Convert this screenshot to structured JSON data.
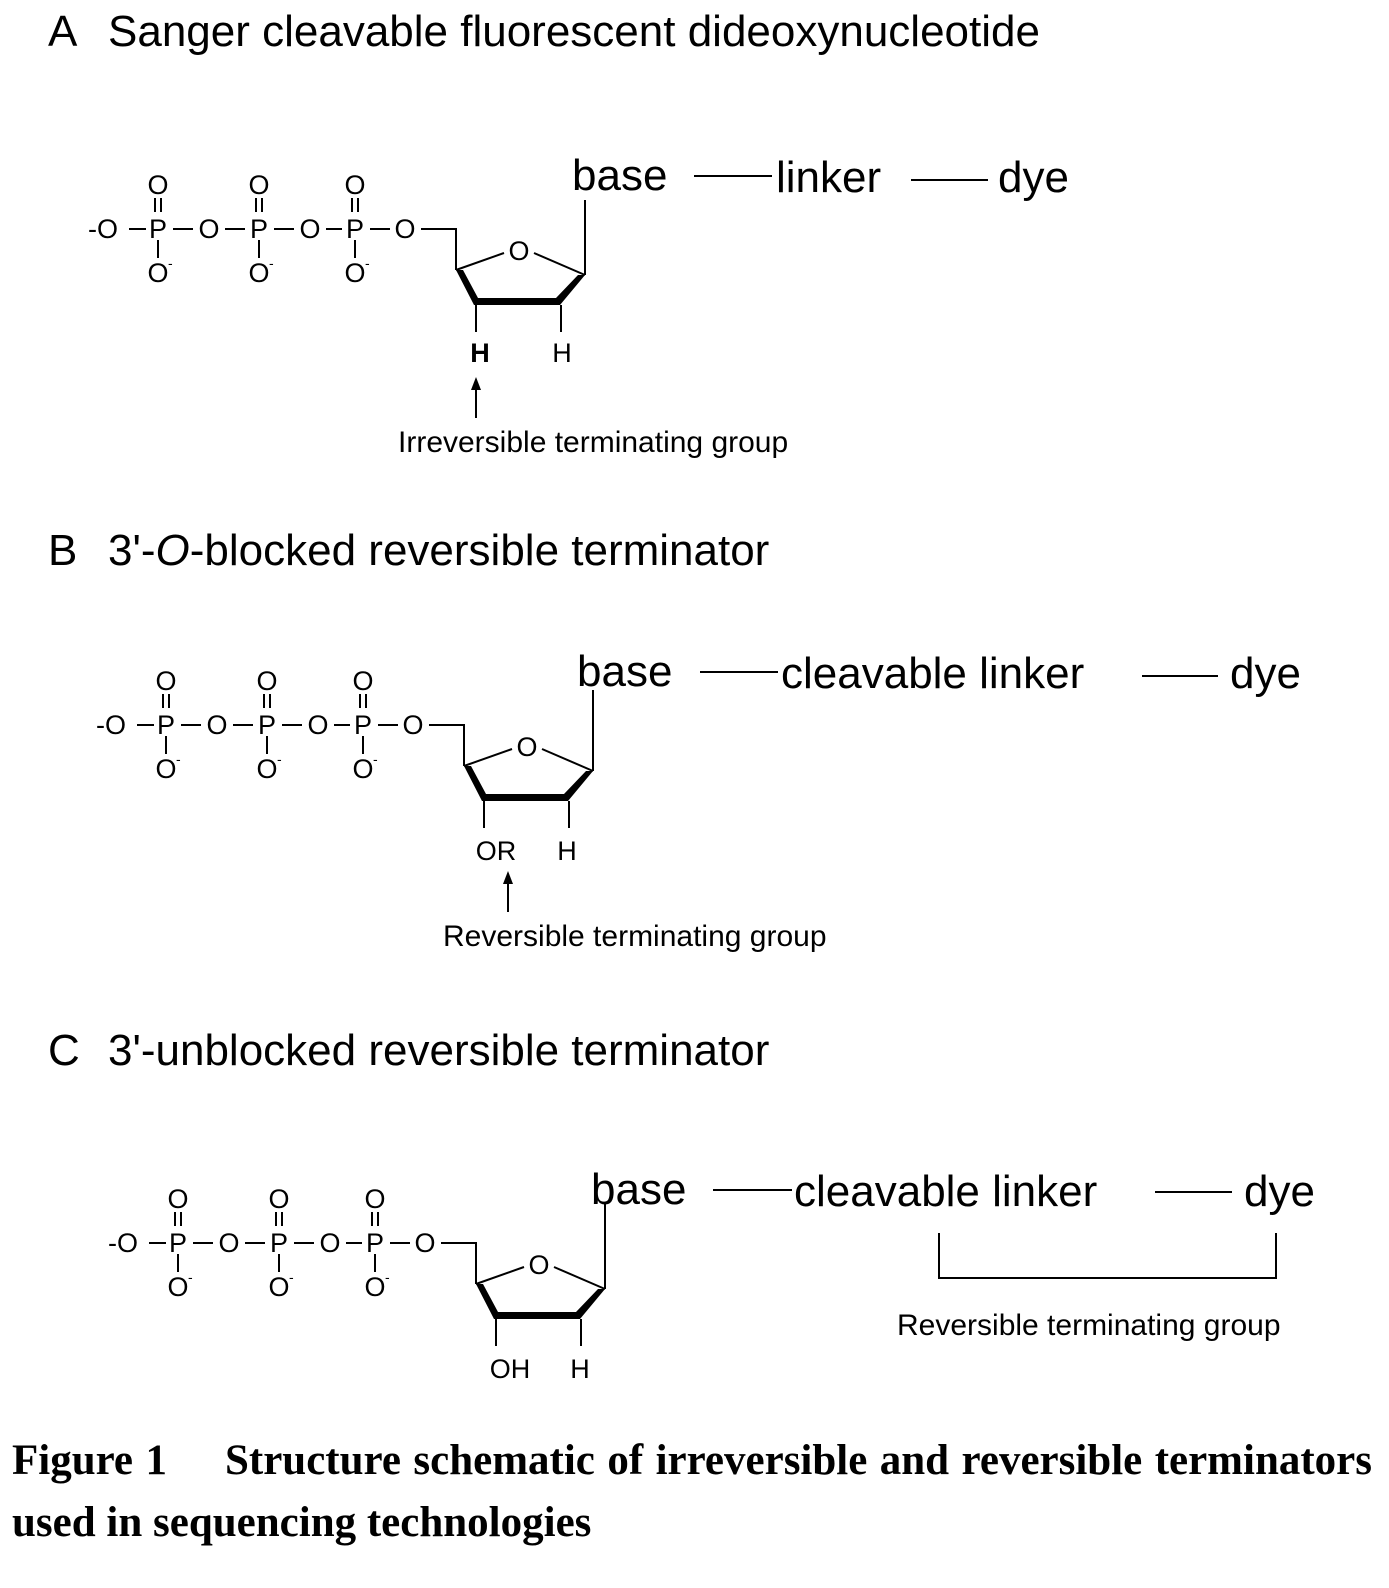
{
  "panels": [
    {
      "id": "A",
      "letter": "A",
      "title": "Sanger cleavable fluorescent dideoxynucleotide",
      "phosphate": {
        "o_top": "O",
        "o_bottom": "O",
        "p": "P",
        "minus": "-",
        "lead": "-O",
        "o_bridge": "O"
      },
      "base": "base",
      "linker": "linker",
      "dye": "dye",
      "ring_o": "O",
      "sub_left": "H",
      "sub_right": "H",
      "terminating_group": "Irreversible terminating group"
    },
    {
      "id": "B",
      "letter": "B",
      "title_pre": "3'-",
      "title_italic": "O",
      "title_post": "-blocked reversible terminator",
      "phosphate": {
        "o_top": "O",
        "o_bottom": "O",
        "p": "P",
        "minus": "-",
        "lead": "-O",
        "o_bridge": "O"
      },
      "base": "base",
      "linker": "cleavable linker",
      "dye": "dye",
      "ring_o": "O",
      "sub_left": "OR",
      "sub_right": "H",
      "terminating_group": "Reversible terminating group"
    },
    {
      "id": "C",
      "letter": "C",
      "title": "3'-unblocked reversible terminator",
      "phosphate": {
        "o_top": "O",
        "o_bottom": "O",
        "p": "P",
        "minus": "-",
        "lead": "-O",
        "o_bridge": "O"
      },
      "base": "base",
      "linker": "cleavable linker",
      "dye": "dye",
      "ring_o": "O",
      "sub_left": "OH",
      "sub_right": "H",
      "terminating_group": "Reversible terminating group"
    }
  ],
  "caption": {
    "label": "Figure 1",
    "text": "Structure schematic of irreversible and reversible terminators used in sequencing technologies"
  }
}
